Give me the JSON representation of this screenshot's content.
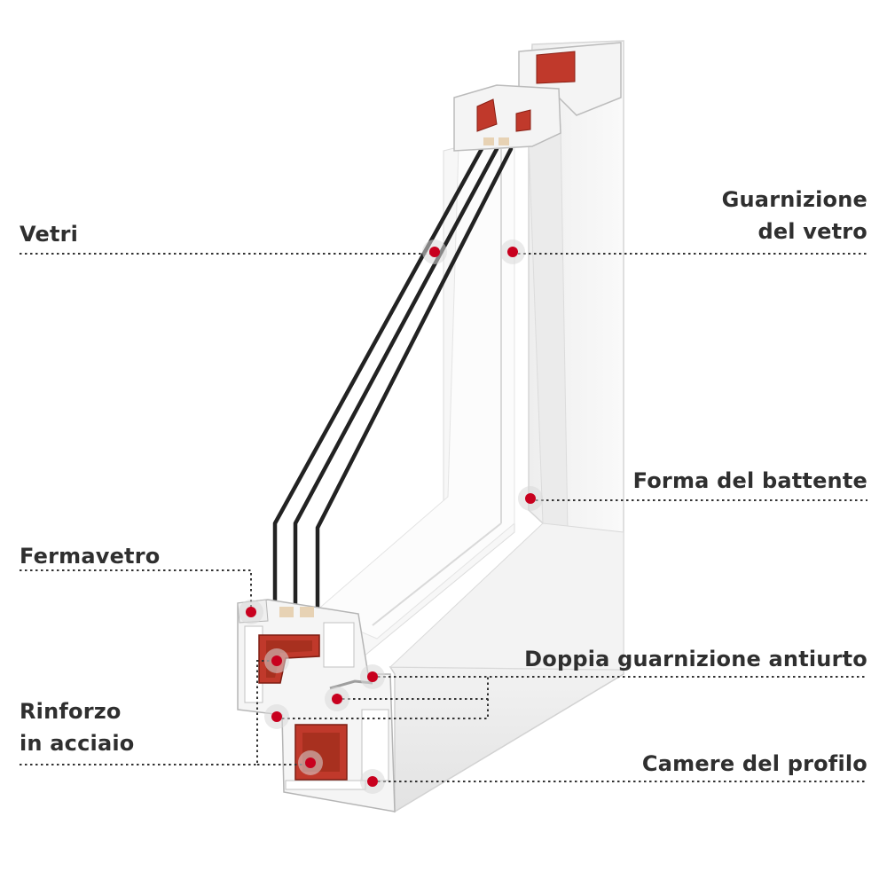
{
  "labels": {
    "vetri": "Vetri",
    "guarnizione_vetro": [
      "Guarnizione",
      "del vetro"
    ],
    "forma_battente": "Forma del battente",
    "fermavetro": "Fermavetro",
    "doppia_guarnizione": "Doppia guarnizione antiurto",
    "rinforzo": [
      "Rinforzo",
      "in acciaio"
    ],
    "camere_profilo": "Camere del profilo"
  },
  "colors": {
    "text": "#2f2f2f",
    "marker": "#c8001e",
    "reinforcement": "#c0392b",
    "glass_edge": "#222222",
    "profile": "#f4f4f4"
  }
}
